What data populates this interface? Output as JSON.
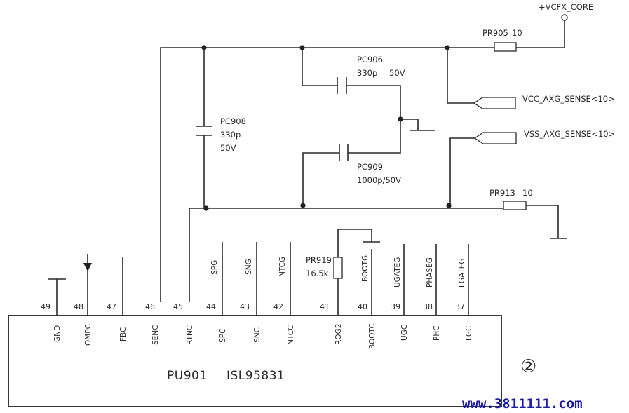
{
  "power_rail": {
    "label": "+VCFX_CORE"
  },
  "components": {
    "pr905": {
      "ref": "PR905",
      "value": "10"
    },
    "pc906": {
      "ref": "PC906",
      "value": "330p",
      "voltage": "50V"
    },
    "pc908": {
      "ref": "PC908",
      "value": "330p",
      "voltage": "50V"
    },
    "pc909": {
      "ref": "PC909",
      "value": "1000p/50V"
    },
    "pr913": {
      "ref": "PR913",
      "value": "10"
    },
    "pr919": {
      "ref": "PR919",
      "value": "16.5k"
    }
  },
  "ports": {
    "vcc_sense": "VCC_AXG_SENSE<10>",
    "vss_sense": "VSS_AXG_SENSE<10>"
  },
  "chip": {
    "ref": "PU901",
    "part": "ISL95831"
  },
  "pins": [
    {
      "num": "49",
      "name": "GND"
    },
    {
      "num": "48",
      "name": "OMPC"
    },
    {
      "num": "47",
      "name": "FBC"
    },
    {
      "num": "46",
      "name": "SENC"
    },
    {
      "num": "45",
      "name": "RTNC"
    },
    {
      "num": "44",
      "name": "ISPC"
    },
    {
      "num": "43",
      "name": "ISNC"
    },
    {
      "num": "42",
      "name": "NTCC"
    },
    {
      "num": "41",
      "name": "ROG2"
    },
    {
      "num": "40",
      "name": "BOOTC"
    },
    {
      "num": "39",
      "name": "UGC"
    },
    {
      "num": "38",
      "name": "PHC"
    },
    {
      "num": "37",
      "name": "LGC"
    }
  ],
  "net_labels": {
    "ispg": "ISPG",
    "isng": "ISNG",
    "ntcg": "NTCG",
    "bootg": "BOOTG",
    "ugateg": "UGATEG",
    "phaseg": "PHASEG",
    "lgateg": "LGATEG"
  },
  "badge": "②",
  "watermark": "www.3811111.com"
}
